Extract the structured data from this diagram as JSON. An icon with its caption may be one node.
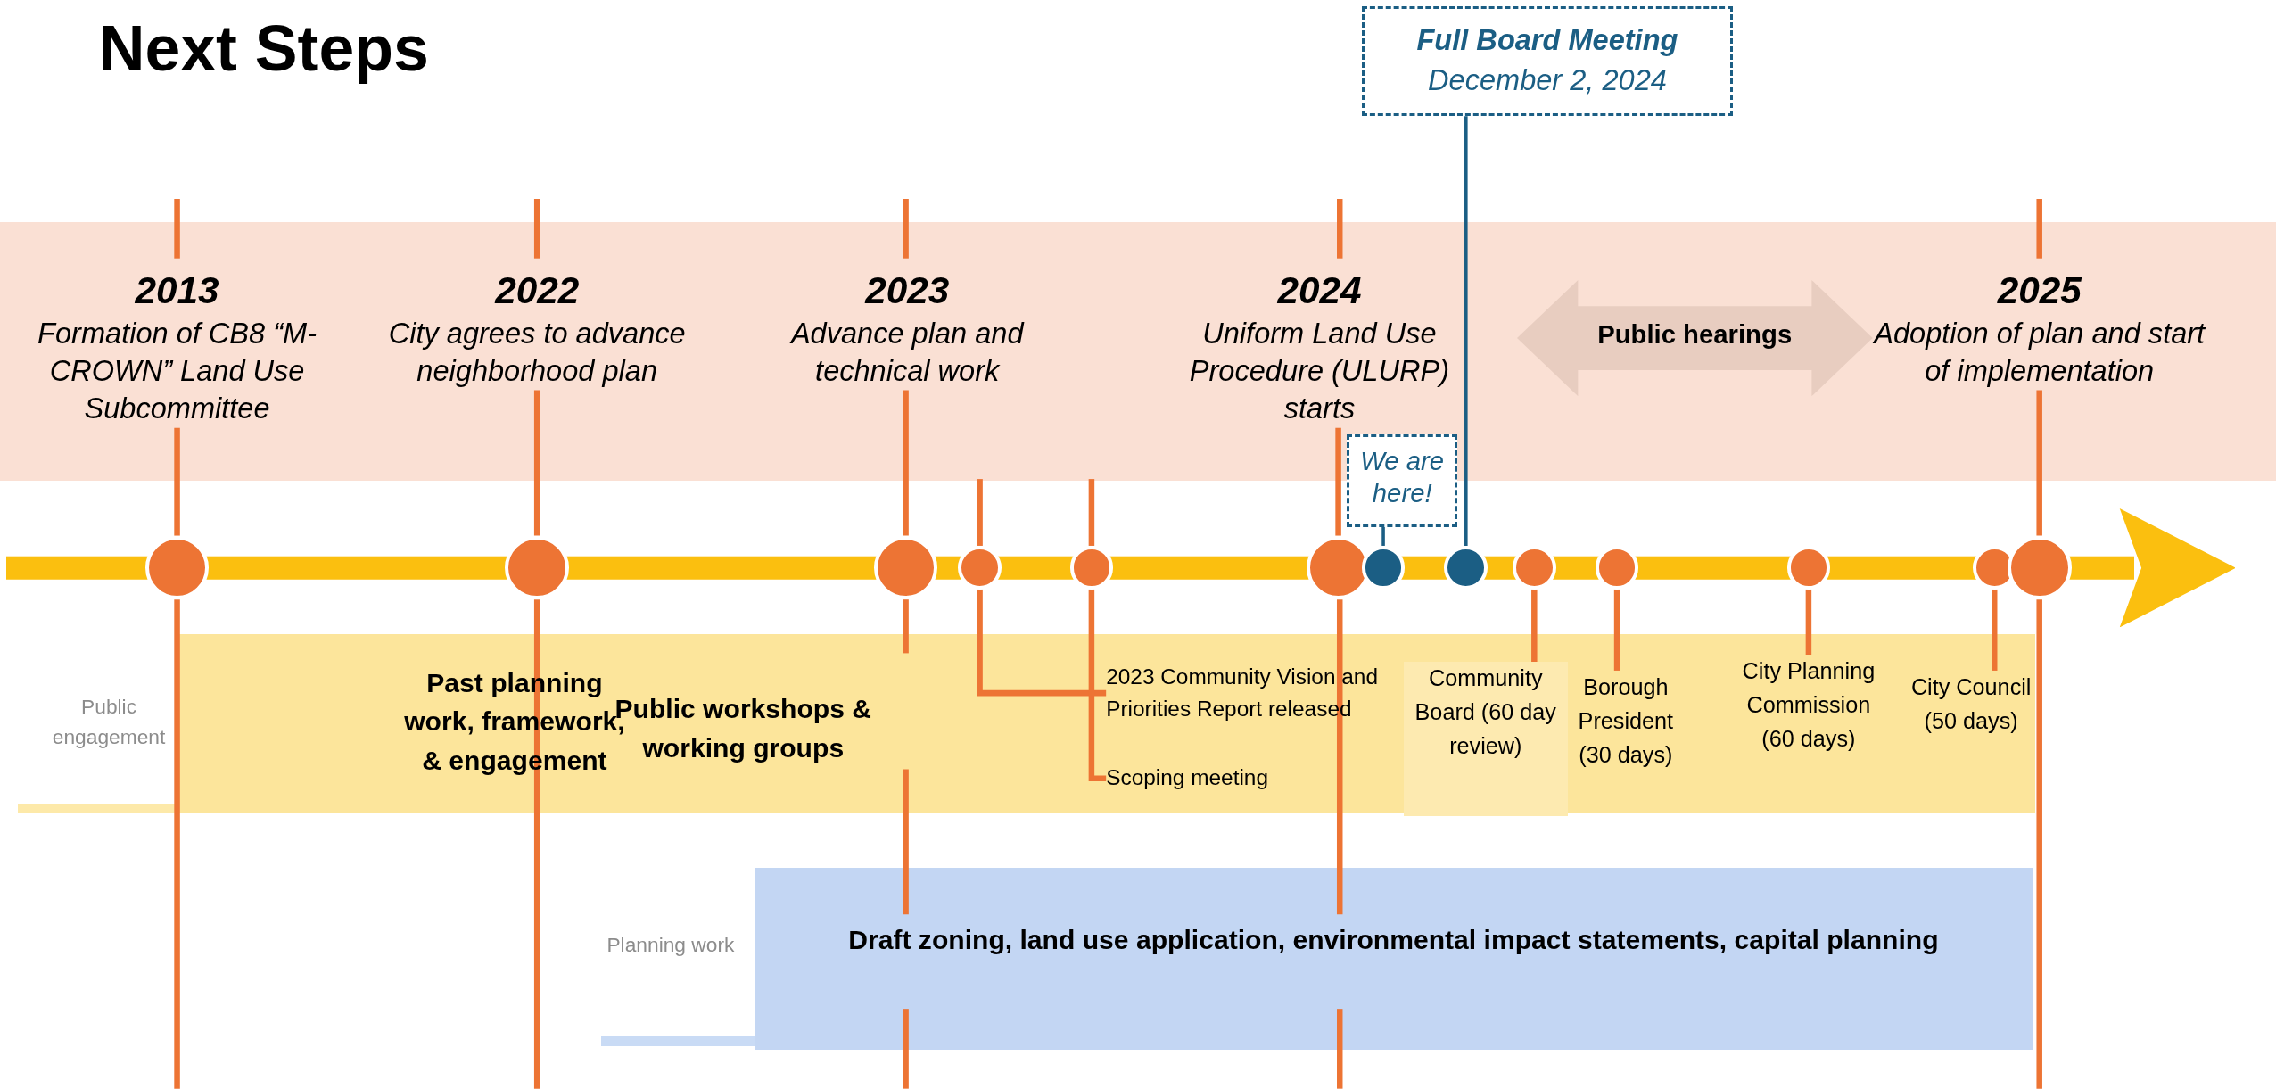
{
  "diagram": {
    "title": "Next Steps",
    "nodes": [
      {
        "text": [
          "2013",
          "Formation of CB8 “M-CROWN” Land Use Subcommittee"
        ]
      },
      {
        "text": [
          "2022",
          "City agrees to advance neighborhood plan"
        ]
      },
      {
        "text": [
          "2023",
          "Advance plan and technical work"
        ]
      },
      {
        "text": [
          "2024",
          "Uniform Land Use Procedure (ULURP) starts"
        ]
      },
      {
        "text": [
          "2025",
          "Adoption of plan and start of implementation"
        ]
      },
      {
        "text": [
          "Public hearings"
        ]
      },
      {
        "text": [
          "Full Board Meeting",
          "December 2, 2024"
        ]
      },
      {
        "text": [
          "We are here!"
        ]
      },
      {
        "text": [
          "Past planning work, framework, & engagement",
          "Public workshops & working groups"
        ]
      },
      {
        "text": [
          "2023 Community Vision and Priorities Report released"
        ],
        "in": 8
      },
      {
        "text": [
          "Scoping meeting"
        ],
        "in": 8
      },
      {
        "text": [
          "Community Board (60 day review)"
        ],
        "in": 8
      },
      {
        "text": [
          "Borough President (30 days)"
        ],
        "in": 8
      },
      {
        "text": [
          "City Planning Commission (60 days)"
        ],
        "in": 8
      },
      {
        "text": [
          "City Council (50 days)"
        ],
        "in": 8
      },
      {
        "text": [
          "Draft zoning, land use application, environmental impact statements, capital planning"
        ]
      },
      {
        "text": [],
        "shape": "circle"
      },
      {
        "text": [],
        "shape": "circle"
      },
      {
        "text": [],
        "shape": "circle"
      },
      {
        "text": [],
        "shape": "circle"
      },
      {
        "text": [],
        "shape": "circle"
      },
      {
        "text": [],
        "shape": "circle"
      },
      {
        "text": [],
        "shape": "circle"
      },
      {
        "text": [],
        "shape": "circle"
      },
      {
        "text": [],
        "shape": "circle"
      },
      {
        "text": [],
        "shape": "circle"
      },
      {
        "text": [],
        "shape": "circle"
      },
      {
        "text": [],
        "shape": "circle"
      },
      {
        "text": [],
        "shape": "circle"
      }
    ],
    "edges": [
      {
        "from": 0,
        "to": 16,
        "arrow": "none"
      },
      {
        "from": 1,
        "to": 17,
        "arrow": "none"
      },
      {
        "from": 2,
        "to": 18,
        "arrow": "none"
      },
      {
        "from": 9,
        "to": 19,
        "arrow": "none"
      },
      {
        "from": 10,
        "to": 20,
        "arrow": "none"
      },
      {
        "from": 3,
        "to": 21,
        "arrow": "none"
      },
      {
        "from": 7,
        "to": 22,
        "arrow": "none",
        "color": "#1b5e84"
      },
      {
        "from": 6,
        "to": 23,
        "arrow": "none",
        "color": "#1b5e84"
      },
      {
        "from": 11,
        "to": 24,
        "arrow": "none"
      },
      {
        "from": 12,
        "to": 25,
        "arrow": "none"
      },
      {
        "from": 13,
        "to": 26,
        "arrow": "none"
      },
      {
        "from": 14,
        "to": 27,
        "arrow": "none"
      },
      {
        "from": 4,
        "to": 28,
        "arrow": "none"
      }
    ],
    "labels": [
      "Public engagement",
      "Planning work"
    ]
  }
}
